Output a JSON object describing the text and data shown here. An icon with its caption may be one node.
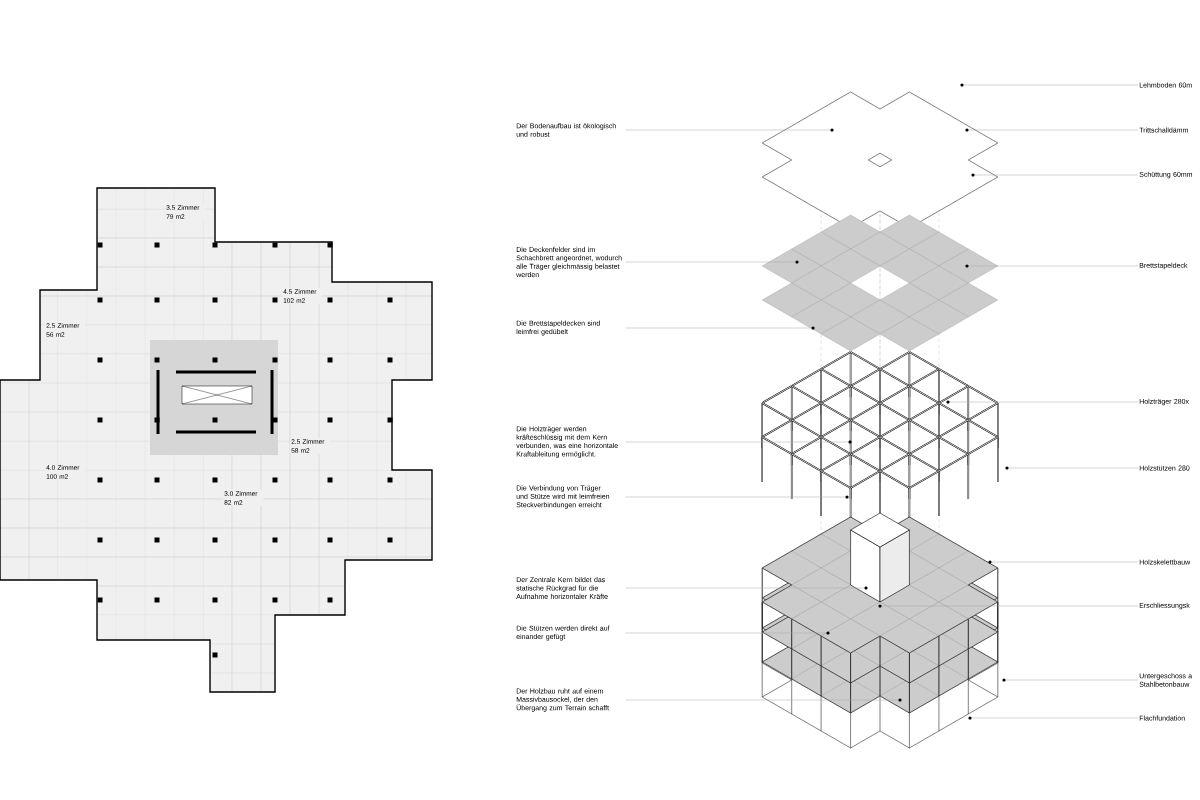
{
  "diagram": {
    "nodes": [
      {
        "text": [
          "Der Bodenaufbau ist ökologisch und robust"
        ]
      },
      {
        "text": [
          "Die Deckenfelder sind im Schachbrett angeordnet, wodurch alle Träger gleichmässig belastet werden"
        ]
      },
      {
        "text": [
          "Die Brettstapeldecken sind leimfrei gedübelt"
        ]
      },
      {
        "text": [
          "Die Holzträger werden kräfteschlüssig mit dem Kern verbunden, was eine horizontale Kraftableitung ermöglicht."
        ]
      },
      {
        "text": [
          "Die Verbindung von Träger und Stütze wird mit leimfreien Steckverbindungen erreicht"
        ]
      },
      {
        "text": [
          "Der Zentrale Kern bildet das statische Rückgrad für die Aufnahme horizontaler Kräfte"
        ]
      },
      {
        "text": [
          "Die Stützen werden direkt auf einander gefügt"
        ]
      },
      {
        "text": [
          "Der Holzbau ruht auf einem Massivbausockel, der den Übergang zum Terrain schafft"
        ]
      },
      {
        "text": [
          "Lehmboden 60m"
        ]
      },
      {
        "text": [
          "Trittschalldämm"
        ]
      },
      {
        "text": [
          "Schüttung 60mm"
        ]
      },
      {
        "text": [
          "Brettstapeldeck"
        ]
      },
      {
        "text": [
          "Holzträger 280x"
        ]
      },
      {
        "text": [
          "Holzstützen 280"
        ]
      },
      {
        "text": [
          "Holzskelettbauw"
        ]
      },
      {
        "text": [
          "Erschliessungsk"
        ]
      },
      {
        "text": [
          "Untergeschoss a Stahlbetonbauw"
        ]
      },
      {
        "text": [
          "Flachfundation"
        ]
      },
      {
        "text": [],
        "shape": "circle"
      },
      {
        "text": [],
        "shape": "circle"
      },
      {
        "text": [],
        "shape": "circle"
      },
      {
        "text": [],
        "shape": "circle"
      },
      {
        "text": [],
        "shape": "circle"
      },
      {
        "text": [],
        "shape": "circle"
      },
      {
        "text": [],
        "shape": "circle"
      },
      {
        "text": [],
        "shape": "circle"
      },
      {
        "text": [],
        "shape": "circle"
      },
      {
        "text": [],
        "shape": "circle"
      },
      {
        "text": [],
        "shape": "circle"
      },
      {
        "text": [],
        "shape": "circle"
      },
      {
        "text": [],
        "shape": "circle"
      },
      {
        "text": [],
        "shape": "circle"
      },
      {
        "text": [],
        "shape": "circle"
      },
      {
        "text": [],
        "shape": "circle"
      },
      {
        "text": [],
        "shape": "circle"
      },
      {
        "text": [],
        "shape": "circle"
      }
    ],
    "edges": [
      {
        "from": 0,
        "to": 18,
        "arrow": "none"
      },
      {
        "from": 1,
        "to": 19,
        "arrow": "none"
      },
      {
        "from": 2,
        "to": 20,
        "arrow": "none"
      },
      {
        "from": 3,
        "to": 21,
        "arrow": "none"
      },
      {
        "from": 4,
        "to": 22,
        "arrow": "none"
      },
      {
        "from": 5,
        "to": 23,
        "arrow": "none"
      },
      {
        "from": 6,
        "to": 24,
        "arrow": "none"
      },
      {
        "from": 7,
        "to": 25,
        "arrow": "none"
      },
      {
        "from": 26,
        "to": 8,
        "arrow": "none"
      },
      {
        "from": 27,
        "to": 9,
        "arrow": "none"
      },
      {
        "from": 28,
        "to": 10,
        "arrow": "none"
      },
      {
        "from": 29,
        "to": 11,
        "arrow": "none"
      },
      {
        "from": 30,
        "to": 12,
        "arrow": "none"
      },
      {
        "from": 31,
        "to": 13,
        "arrow": "none"
      },
      {
        "from": 32,
        "to": 14,
        "arrow": "none"
      },
      {
        "from": 33,
        "to": 15,
        "arrow": "none"
      },
      {
        "from": 34,
        "to": 16,
        "arrow": "none"
      },
      {
        "from": 35,
        "to": 17,
        "arrow": "none"
      }
    ],
    "labels": [
      "3.5 Zimmer 79 m2",
      "4.5 Zimmer 102 m2",
      "2.5 Zimmer 56 m2",
      "2.5 Zimmer 58 m2",
      "4.0 Zimmer 100 m2",
      "3.0 Zimmer 82 m2"
    ]
  }
}
